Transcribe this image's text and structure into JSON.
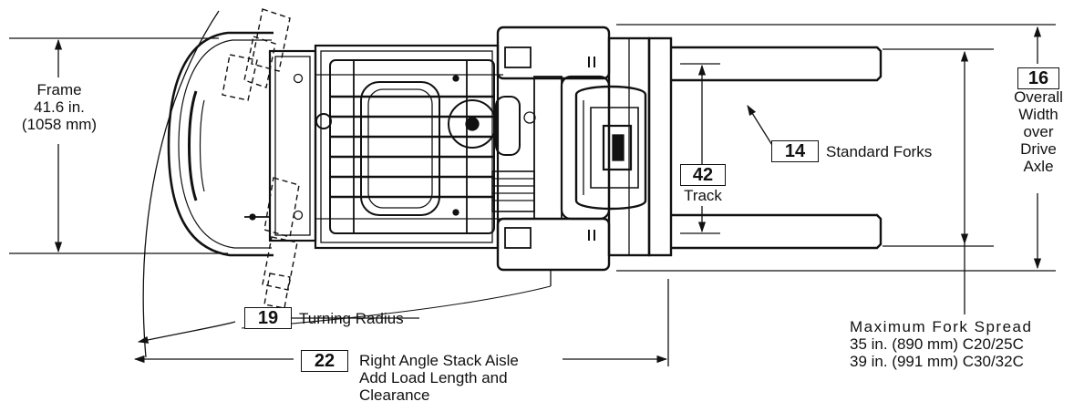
{
  "frame": {
    "line1": "Frame",
    "line2": "41.6 in.",
    "line3": "(1058 mm)"
  },
  "callouts": {
    "overall_width": {
      "num": "16",
      "line1": "Overall",
      "line2": "Width",
      "line3": "over",
      "line4": "Drive",
      "line5": "Axle"
    },
    "standard_forks": {
      "num": "14",
      "label": "Standard Forks"
    },
    "track": {
      "num": "42",
      "label": "Track"
    },
    "turning_radius": {
      "num": "19",
      "label": "Turning Radius"
    },
    "stack_aisle": {
      "num": "22",
      "line1": "Right Angle Stack Aisle",
      "line2": "Add Load Length and",
      "line3": "Clearance"
    }
  },
  "fork_spread": {
    "title": "Maximum Fork Spread",
    "line1": "35 in. (890 mm) C20/25C",
    "line2": "39 in. (991 mm) C30/32C"
  }
}
